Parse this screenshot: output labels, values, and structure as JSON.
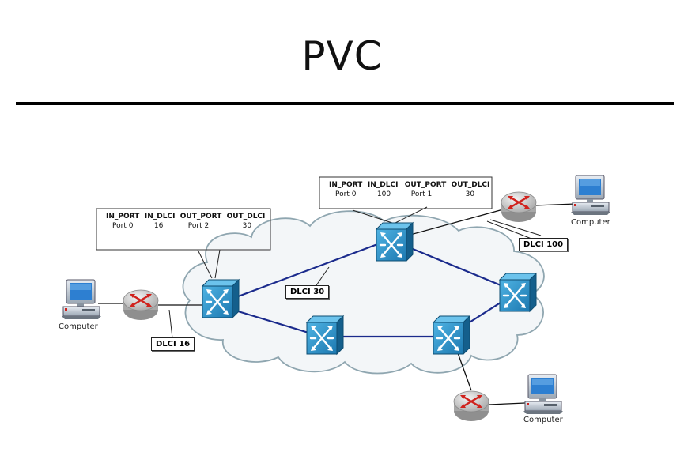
{
  "title": "PVC",
  "labels": {
    "dlci_16": "DLCI 16",
    "dlci_30": "DLCI 30",
    "dlci_100": "DLCI 100",
    "computer": "Computer"
  },
  "table_left": {
    "headers": [
      "IN_PORT",
      "IN_DLCI",
      "OUT_PORT",
      "OUT_DLCI"
    ],
    "row": [
      "Port 0",
      "16",
      "Port 2",
      "30"
    ]
  },
  "table_top": {
    "headers": [
      "IN_PORT",
      "IN_DLCI",
      "OUT_PORT",
      "OUT_DLCI"
    ],
    "row": [
      "Port 0",
      "100",
      "Port 1",
      "30"
    ]
  },
  "colors": {
    "switch": "#2a8ec7",
    "cloud_fill": "#f3f6f8",
    "cloud_stroke": "#8fa6b0",
    "link": "#1a2a8c",
    "router": "#c8c8c8",
    "router_arrows": "#d0221d"
  },
  "icons": [
    "switch-icon",
    "router-icon",
    "computer-icon",
    "cloud-icon"
  ]
}
